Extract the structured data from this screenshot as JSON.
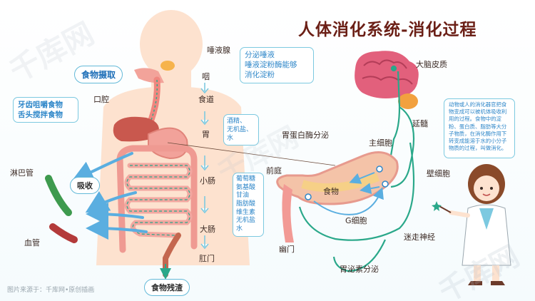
{
  "title": "人体消化系统-消化过程",
  "watermark": "千库网",
  "footer": "图片来源于：千库网•原创插画",
  "colors": {
    "title": "#6b1f16",
    "box_border": "#7cc9e0",
    "box_text": "#2f87c9",
    "nerve": "#2aa88a",
    "body": "#fde2cf",
    "lymph": "#3e9a4e",
    "blood": "#b33a3a"
  },
  "labels": {
    "salivary_gland": "唾液腺",
    "pharynx": "咽",
    "esophagus": "食道",
    "stomach": "胃",
    "small_intestine": "小肠",
    "large_intestine": "大肠",
    "anus": "肛门",
    "mouth": "口腔",
    "lymph_vessel": "淋巴管",
    "blood_vessel": "血管",
    "pepsinogen": "胃蛋白酶分泌",
    "chief_cell": "主细胞",
    "parietal_cell": "壁细胞",
    "antrum": "前庭",
    "food": "食物",
    "g_cell": "G细胞",
    "pylorus": "幽门",
    "vagus_nerve": "迷走神经",
    "gastrin": "胃泌素分泌",
    "cerebral_cortex": "大脑皮质",
    "medulla": "延髓"
  },
  "boxes": {
    "food_intake": "食物摄取",
    "chewing": [
      "牙齿咀嚼食物",
      "舌头搅拌食物"
    ],
    "saliva": [
      "分泌唾液",
      "唾液淀粉酶能够",
      "消化淀粉"
    ],
    "stomach_absorb": [
      "酒精、",
      "无机盐、",
      "水"
    ],
    "absorb": "吸收",
    "si_absorb": [
      "葡萄糖",
      "氨基酸",
      "甘油",
      "脂肪酸",
      "维生素",
      "无机盐",
      "水"
    ],
    "residue": "食物残渣",
    "note": "动物或人的消化器官把食物变成可以被机体吸收利用的过程。食物中的淀粉、蛋白质、脂肪等大分子物质，在消化酶作用下转变成能溶于水的小分子物质的过程，叫做消化。"
  }
}
